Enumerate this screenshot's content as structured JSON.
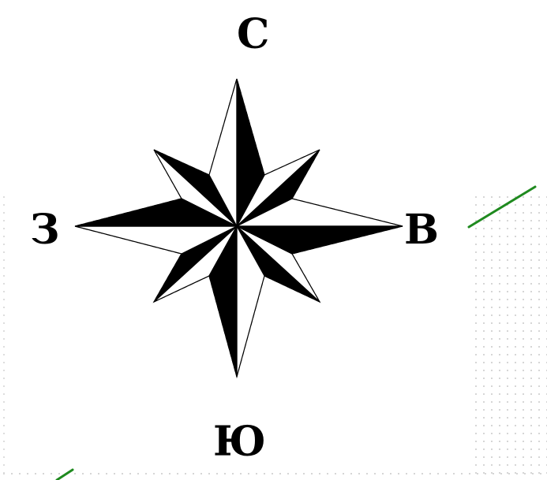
{
  "compass": {
    "north": "С",
    "east": "В",
    "south": "Ю",
    "west": "З"
  },
  "colors": {
    "ink": "#000000",
    "paper": "#ffffff",
    "grid": "#cfcfcf",
    "accent_stroke": "#1f8a1f"
  }
}
